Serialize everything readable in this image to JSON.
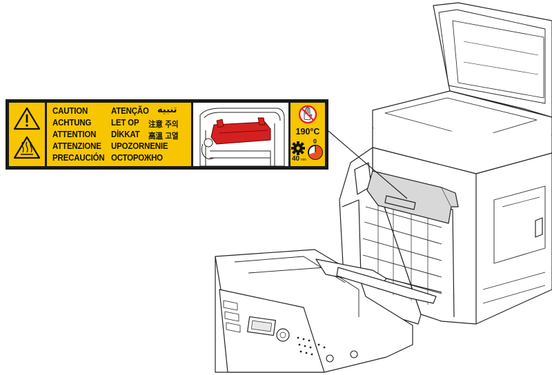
{
  "label": {
    "languages": [
      [
        "CAUTION",
        "ATENÇÃO",
        "تنبيه"
      ],
      [
        "ACHTUNG",
        "LET OP",
        "注意 주의"
      ],
      [
        "ATTENTION",
        "DİKKAT",
        "高溫 고열"
      ],
      [
        "ATTENZIONE",
        "UPOZORNENIE"
      ],
      [
        "PRECAUCIÓN",
        "ОСТОРОЖНО"
      ]
    ],
    "temperature": "190°C",
    "cooldown_start": "0",
    "cooldown_time": "40",
    "cooldown_unit": "min"
  },
  "colors": {
    "label_yellow": "#f7c600",
    "label_border": "#1a1a1a",
    "fuser_red": "#d42020",
    "prohibit_red": "#e0242a",
    "timer_orange": "#e8531c"
  },
  "icons": [
    "warning-triangle-icon",
    "hot-surface-icon",
    "no-touch-icon",
    "gear-icon",
    "cooldown-timer-icon"
  ]
}
